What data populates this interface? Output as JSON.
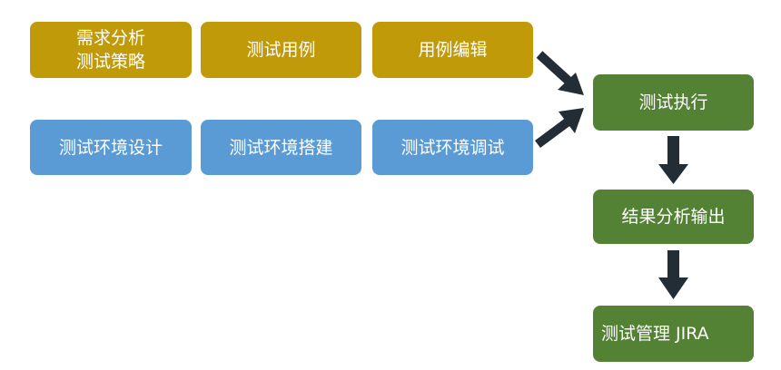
{
  "colors": {
    "gold": "#c09a08",
    "blue": "#5b9bd5",
    "green": "#548235",
    "arrow": "#222d35"
  },
  "top_row": {
    "requirements": [
      "需求分析",
      "测试策略"
    ],
    "test_cases": "测试用例",
    "case_editing": "用例编辑"
  },
  "env_row": {
    "env_design": "测试环境设计",
    "env_build": "测试环境搭建",
    "env_debug": "测试环境调试"
  },
  "flow": {
    "execution": "测试执行",
    "result_analysis": "结果分析输出",
    "management": "测试管理 JIRA"
  }
}
